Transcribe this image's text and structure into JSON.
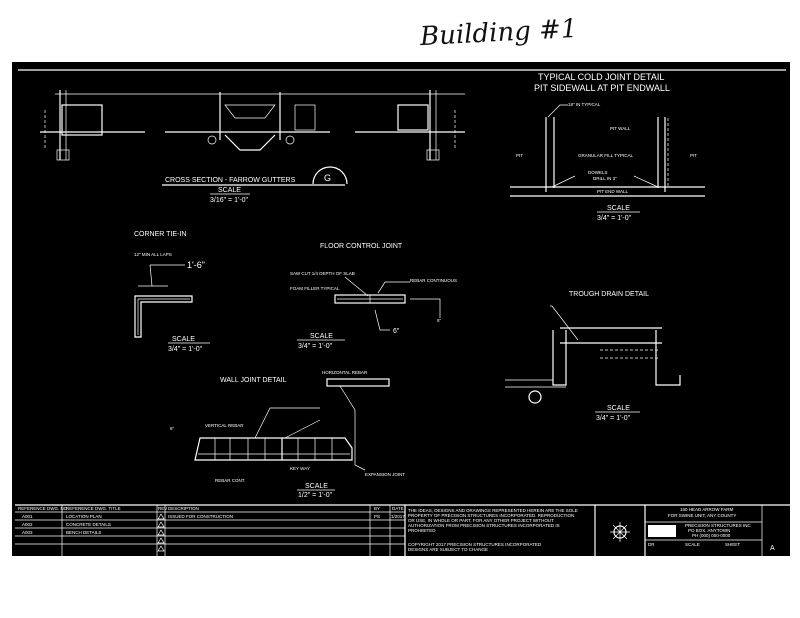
{
  "handwritten_title": "Building #1",
  "cross_section": {
    "title": "CROSS SECTION - FARROW GUTTERS",
    "marker": "G",
    "scale_label": "SCALE",
    "scale": "3/16\" = 1'-0\""
  },
  "cold_joint": {
    "title_line1": "TYPICAL COLD JOINT DETAIL",
    "title_line2": "PIT SIDEWALL AT PIT ENDWALL",
    "labels": [
      "18\" IN TYPICAL",
      "PIT WALL",
      "PIT",
      "GRANULAR FILL TYPICAL",
      "PIT",
      "DOWELS",
      "DRILL IN 3\"",
      "PIT END WALL"
    ],
    "scale_label": "SCALE",
    "scale": "3/4\" = 1'-0\""
  },
  "corner_tie_in": {
    "title": "CORNER TIE-IN",
    "note": "12\" MIN ALL LAPS",
    "dimension": "1'-6\"",
    "scale_label": "SCALE",
    "scale": "3/4\" = 1'-0\""
  },
  "floor_control_joint": {
    "title": "FLOOR CONTROL JOINT",
    "labels": [
      "SAW CUT 1/4 DEPTH OF SLAB",
      "FOAM FILLER TYPICAL",
      "REBAR CONTINUOUS",
      "5\"",
      "6\""
    ],
    "scale_label": "SCALE",
    "scale": "3/4\" = 1'-0\""
  },
  "trough_drain": {
    "title": "TROUGH DRAIN DETAIL",
    "scale_label": "SCALE",
    "scale": "3/4\" = 1'-0\""
  },
  "wall_joint": {
    "title": "WALL JOINT DETAIL",
    "labels": [
      "HORIZONTAL REBAR",
      "VERTICAL REBAR",
      "6\"",
      "KEY WAY",
      "EXPANSION JOINT",
      "REBAR CONT."
    ],
    "scale_label": "SCALE",
    "scale": "1/2\" = 1'-0\""
  },
  "title_block": {
    "headers": {
      "ref_no": "REFERENCE DWG. NO",
      "ref_title": "REFERENCE DWG. TITLE",
      "rev": "REV",
      "description": "DESCRIPTION",
      "by": "BY",
      "date": "DATE"
    },
    "rows": [
      {
        "ref_no": "A001",
        "ref_title": "LOCATION PLAN",
        "description": "ISSUED FOR CONSTRUCTION",
        "by": "PS",
        "date": "1/2017"
      },
      {
        "ref_no": "A002",
        "ref_title": "CONCRETE DETAILS",
        "description": "",
        "by": "",
        "date": ""
      },
      {
        "ref_no": "A003",
        "ref_title": "BENCH DETAILS",
        "description": "",
        "by": "",
        "date": ""
      },
      {
        "ref_no": "",
        "ref_title": "",
        "description": "",
        "by": "",
        "date": ""
      },
      {
        "ref_no": "",
        "ref_title": "",
        "description": "",
        "by": "",
        "date": ""
      }
    ],
    "notice": [
      "THE IDEAS, DESIGNS AND DRAWINGS REPRESENTED HEREIN ARE THE SOLE",
      "PROPERTY OF PRECISION STRUCTURES INCORPORATED. REPRODUCTION",
      "OR USE, IN WHOLE OR PART, FOR ANY OTHER PROJECT WITHOUT",
      "AUTHORIZATION FROM PRECISION STRUCTURES INCORPORATED IS",
      "PROHIBITED"
    ],
    "copyright": [
      "COPYRIGHT 2017 PRECISION STRUCTURES INCORPORATED",
      "DESIGNS ARE SUBJECT TO CHANGE"
    ],
    "project": [
      "150 HEAD ARROW FARM",
      "FOR SWINE UNIT, ANY COUNTY"
    ],
    "company": [
      "PRECISION STRUCTURES INC",
      "PO BOX, ANYTOWN",
      "PH (000) 000-0000"
    ],
    "fields": [
      "DR",
      "SCALE",
      "SHEET",
      "A"
    ]
  }
}
